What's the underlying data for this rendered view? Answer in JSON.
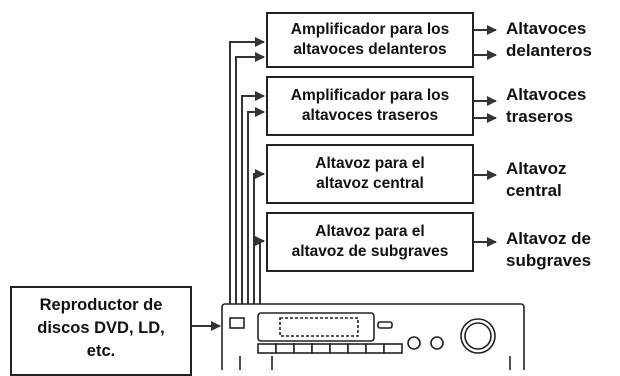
{
  "boxes": {
    "front_amp": {
      "line1": "Amplificador para los",
      "line2": "altavoces delanteros"
    },
    "rear_amp": {
      "line1": "Amplificador para los",
      "line2": "altavoces traseros"
    },
    "center_speaker": {
      "line1": "Altavoz para el",
      "line2": "altavoz central"
    },
    "subwoofer_speaker": {
      "line1": "Altavoz para el",
      "line2": "altavoz de subgraves"
    }
  },
  "outputs": {
    "front": {
      "line1": "Altavoces",
      "line2": "delanteros"
    },
    "rear": {
      "line1": "Altavoces",
      "line2": "traseros"
    },
    "center": {
      "line1": "Altavoz",
      "line2": "central"
    },
    "subwoofer": {
      "line1": "Altavoz de",
      "line2": "subgraves"
    }
  },
  "source": {
    "line1": "Reproductor de",
    "line2": "discos DVD, LD,",
    "line3": "etc."
  }
}
